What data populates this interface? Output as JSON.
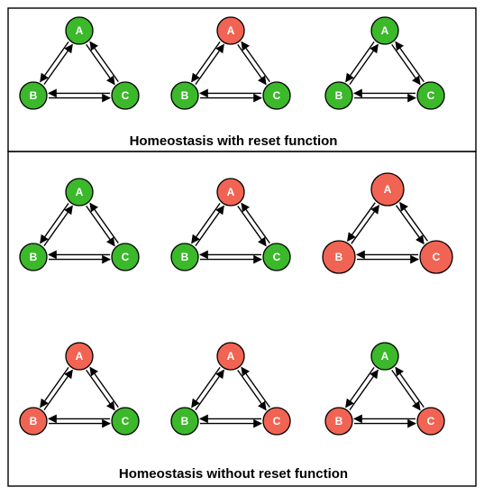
{
  "colors": {
    "healthy": "#3cb82b",
    "failed": "#f16453"
  },
  "node_labels": [
    "A",
    "B",
    "C"
  ],
  "sections": [
    {
      "caption": "Homeostasis with reset function",
      "rows": [
        {
          "networks": [
            {
              "A": "healthy",
              "B": "healthy",
              "C": "healthy"
            },
            {
              "A": "failed",
              "B": "healthy",
              "C": "healthy"
            },
            {
              "A": "healthy",
              "B": "healthy",
              "C": "healthy"
            }
          ]
        }
      ]
    },
    {
      "caption": "Homeostasis without reset  function",
      "rows": [
        {
          "networks": [
            {
              "A": "healthy",
              "B": "healthy",
              "C": "healthy"
            },
            {
              "A": "failed",
              "B": "healthy",
              "C": "healthy"
            },
            {
              "A": "failed",
              "B": "failed",
              "C": "failed"
            }
          ]
        },
        {
          "networks": [
            {
              "A": "failed",
              "B": "failed",
              "C": "healthy"
            },
            {
              "A": "failed",
              "B": "healthy",
              "C": "failed"
            },
            {
              "A": "healthy",
              "B": "failed",
              "C": "failed"
            }
          ]
        }
      ]
    }
  ]
}
